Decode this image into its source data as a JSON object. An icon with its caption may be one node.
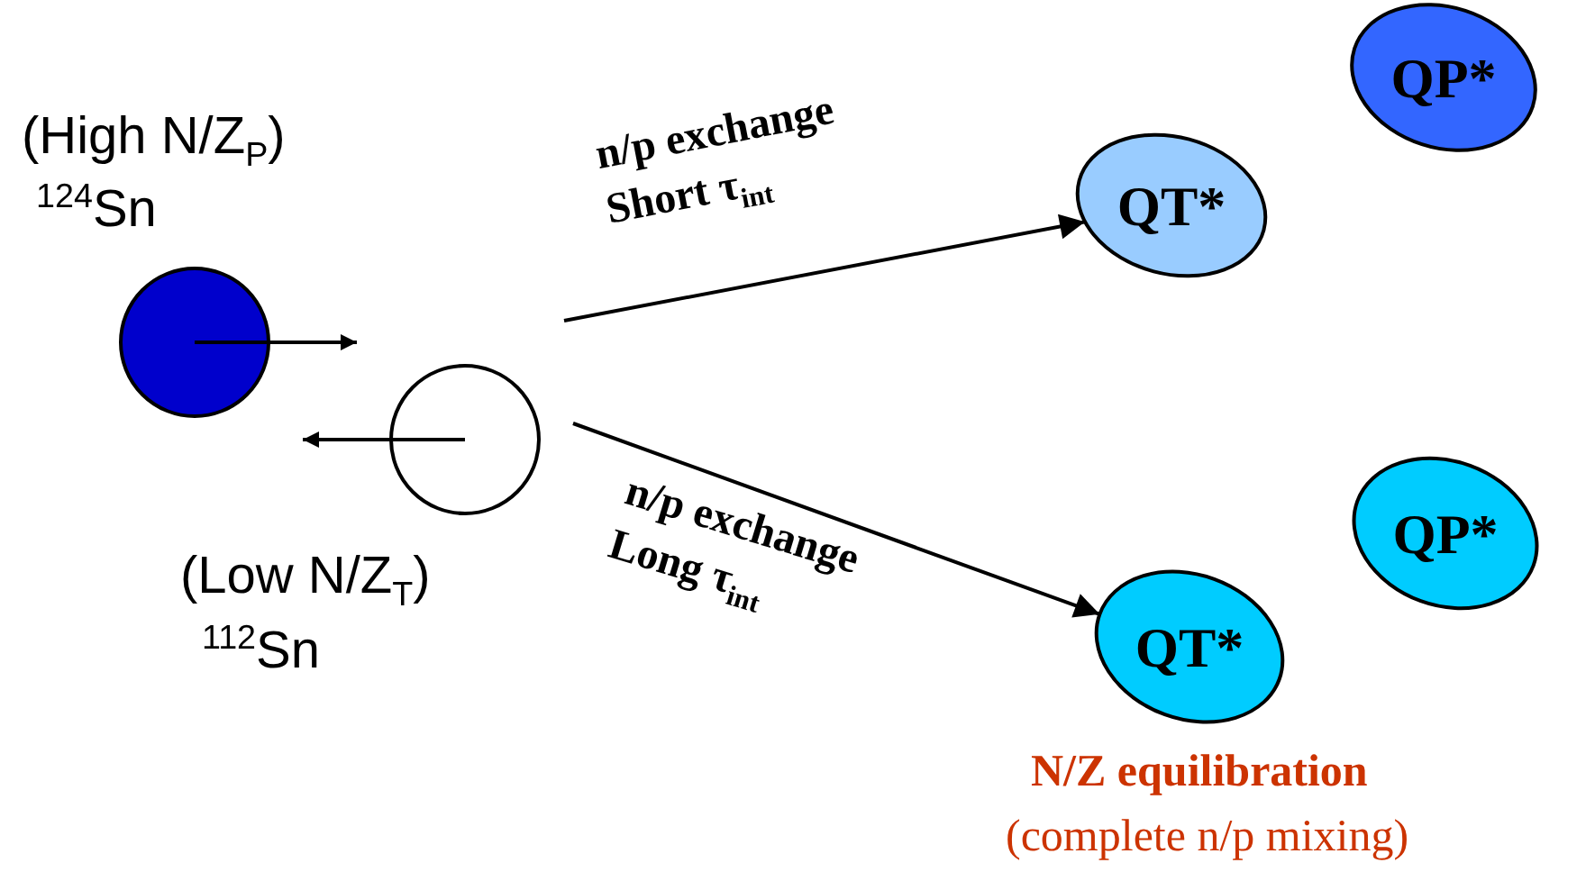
{
  "diagram": {
    "nodes": [
      {
        "text": [],
        "shape": "circle",
        "beside": [
          "(High N/Z$_{P}$)",
          "$^{124}$Sn"
        ]
      },
      {
        "text": [],
        "shape": "circle",
        "beside": [
          "(Low N/Z$_{T}$)",
          "$^{112}$Sn"
        ]
      },
      {
        "text": [
          "QT*"
        ]
      },
      {
        "text": [
          "QP*"
        ]
      },
      {
        "text": [
          "QP*"
        ]
      },
      {
        "text": [
          "QT*"
        ]
      }
    ],
    "edges": [
      {
        "from": null,
        "to": 2,
        "arrow": "to",
        "label": "n/p exchange Short τ$_{int}$"
      },
      {
        "from": null,
        "to": 5,
        "arrow": "to",
        "label": "n/p exchange Long τ$_{int}$"
      }
    ],
    "labels": [
      "N/Z equilibration",
      "(complete n/p mixing)"
    ]
  }
}
